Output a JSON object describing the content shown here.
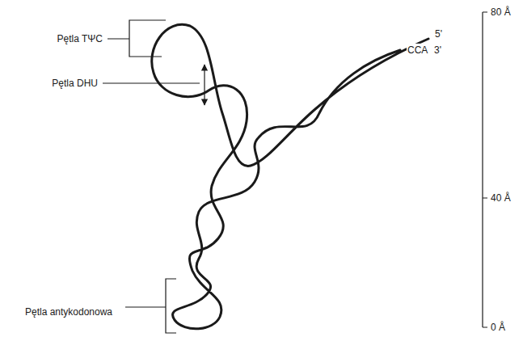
{
  "diagram": {
    "labels": [
      "Pętla TΨC",
      "Pętla DHU",
      "Pętla antykodonowa",
      "5'",
      "CCA 3'",
      "80 Å",
      "40 Å",
      "0 Å"
    ]
  }
}
